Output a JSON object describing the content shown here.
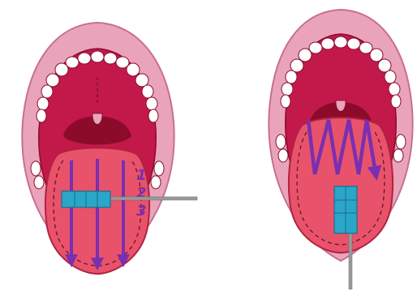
{
  "figure": {
    "panels": [
      {
        "id": "left",
        "technique": "vertical-strokes",
        "stroke_labels": [
          "1",
          "2",
          "3"
        ]
      },
      {
        "id": "right",
        "technique": "zigzag"
      }
    ]
  },
  "colors": {
    "lip": "#e9a4bc",
    "lip_edge": "#c86f91",
    "mouth_cavity": "#c2194a",
    "throat": "#8c0b2a",
    "tongue": "#e8536b",
    "tongue_edge": "#b0223f",
    "teeth": "#ffffff",
    "arrow": "#7a2fb0",
    "brush_head": "#2aa6c9",
    "brush_handle": "#9a9a9a"
  }
}
